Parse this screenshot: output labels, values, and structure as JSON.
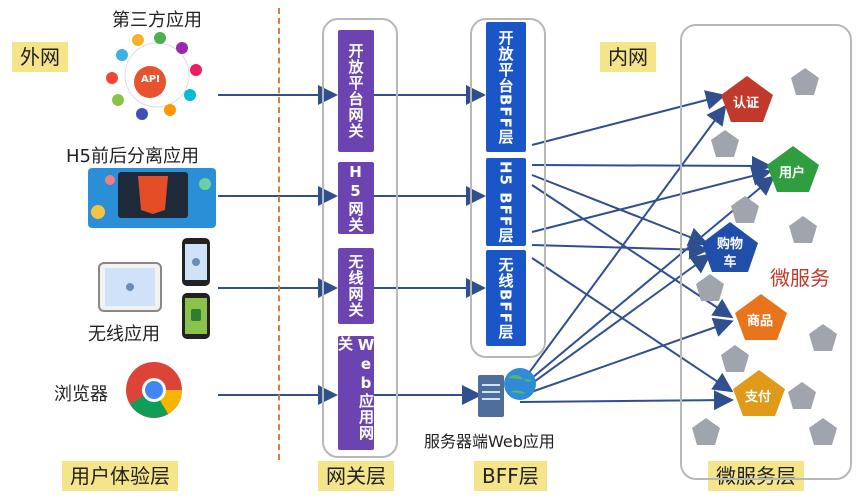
{
  "labels": {
    "outer_network": "外网",
    "inner_network": "内网",
    "ux_layer": "用户体验层",
    "gateway_layer": "网关层",
    "bff_layer": "BFF层",
    "microservice_layer": "微服务层",
    "microservices": "微服务",
    "server_web_app": "服务器端Web应用"
  },
  "clients": {
    "third_party": "第三方应用",
    "h5": "H5前后分离应用",
    "wireless": "无线应用",
    "browser": "浏览器"
  },
  "third_party_icon_text": "API",
  "gateways": [
    "开放平台网关",
    "H5网关",
    "无线网关",
    "Web应用网关"
  ],
  "bffs": [
    "开放平台BFF层",
    "H5 BFF层",
    "无线BFF层"
  ],
  "services": [
    "认证",
    "用户",
    "购物车",
    "商品",
    "支付"
  ],
  "colors": {
    "tag_bg": "#f4e48a",
    "gateway": "#6c44b2",
    "bff": "#1b56c9",
    "arrow": "#2f4f8f",
    "divider": "#e07a3a",
    "auth": "#c0392b",
    "user": "#2e9e3e",
    "cart": "#1f4fa8",
    "product": "#e8741c",
    "payment": "#e09a1a",
    "placeholder_pentagon": "#a0a5ad"
  }
}
